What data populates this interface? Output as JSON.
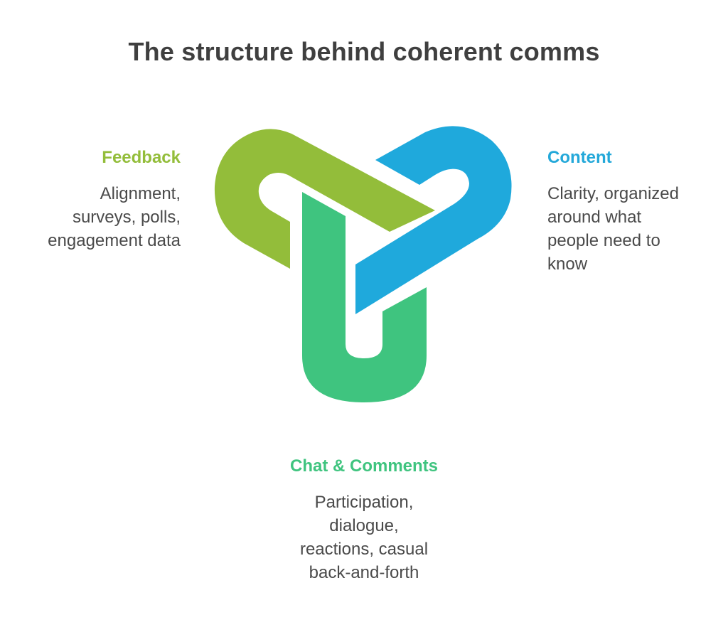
{
  "title": "The structure behind coherent comms",
  "colors": {
    "feedback": "#93bd3a",
    "content": "#23a8d9",
    "chat": "#3fc47f",
    "title": "#3f3f3f",
    "text": "#4a4a4a"
  },
  "sections": {
    "feedback": {
      "heading": "Feedback",
      "lines": [
        "Alignment,",
        "surveys, polls,",
        "engagement data"
      ]
    },
    "content": {
      "heading": "Content",
      "lines": [
        "Clarity, organized",
        "around what",
        "people need to",
        "know"
      ]
    },
    "chat": {
      "heading": "Chat & Comments",
      "lines": [
        "Participation,",
        "dialogue,",
        "reactions, casual",
        "back-and-forth"
      ]
    }
  }
}
